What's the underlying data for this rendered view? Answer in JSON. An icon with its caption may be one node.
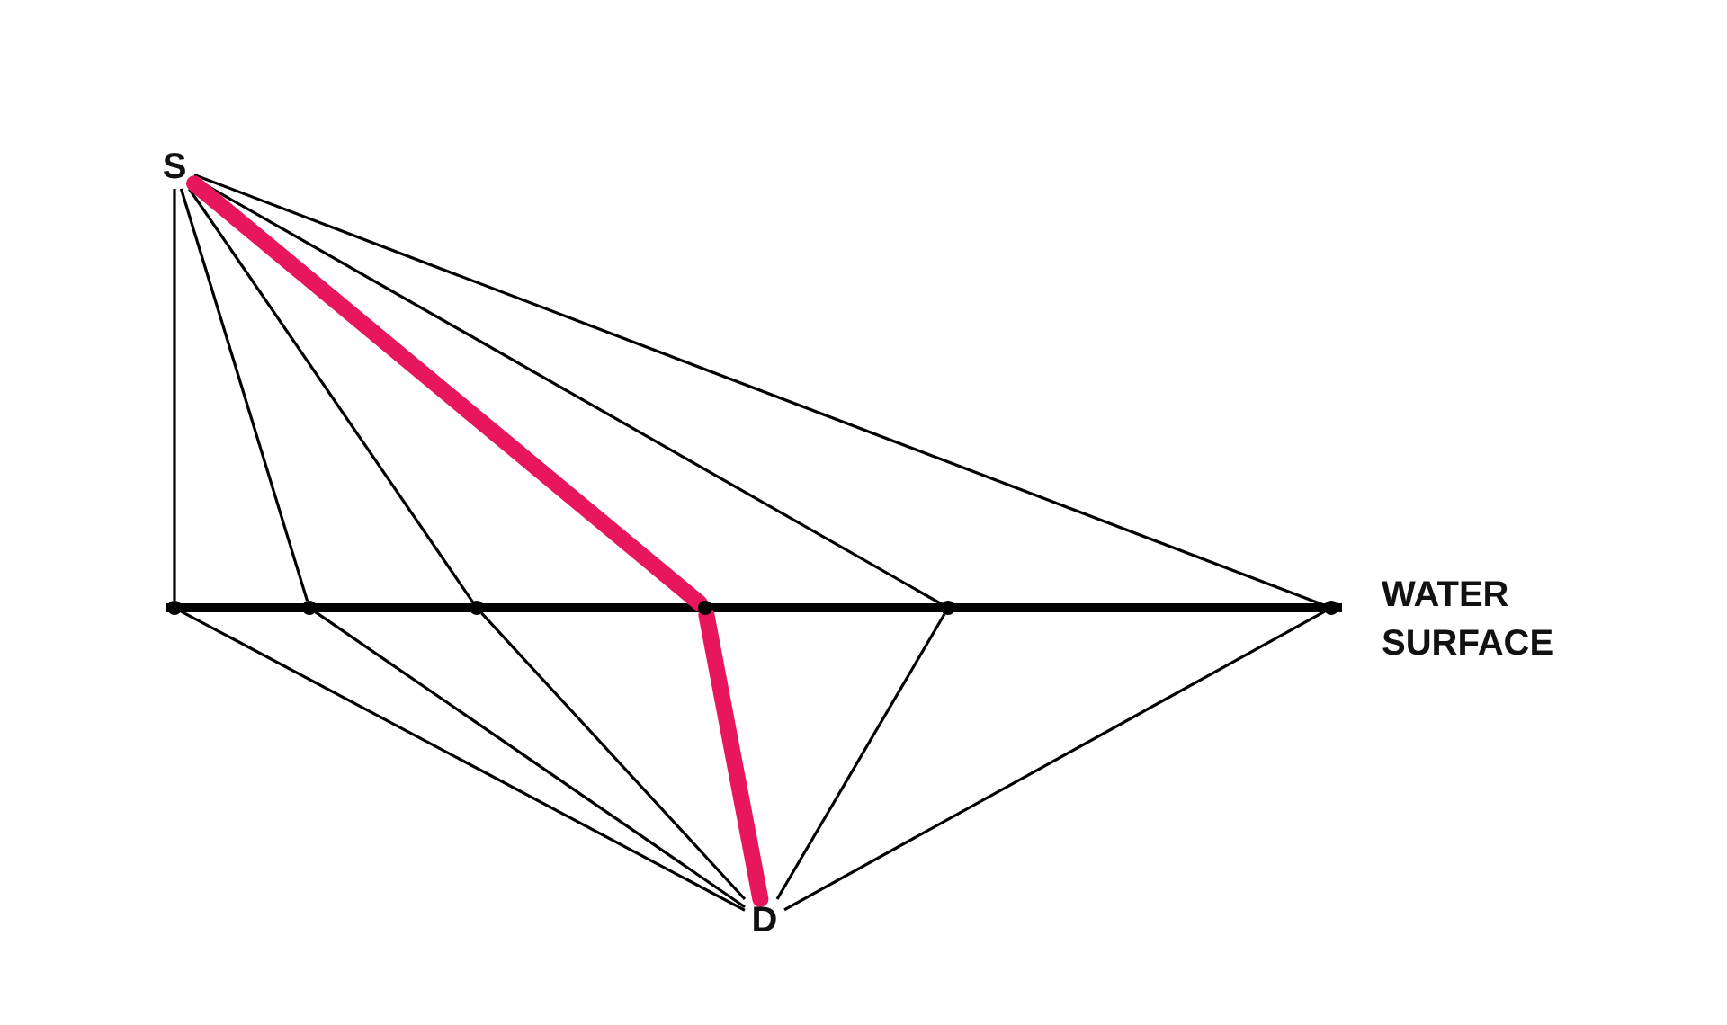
{
  "diagram": {
    "nodes": [
      {
        "text": [
          "S"
        ]
      },
      {
        "text": [
          "D"
        ]
      },
      {
        "text": [],
        "shape": "dot"
      },
      {
        "text": [],
        "shape": "dot"
      },
      {
        "text": [],
        "shape": "dot"
      },
      {
        "text": [],
        "shape": "dot"
      },
      {
        "text": [],
        "shape": "dot"
      },
      {
        "text": [],
        "shape": "dot"
      }
    ],
    "edges": [
      {
        "from": 0,
        "to": 2,
        "arrow": "none"
      },
      {
        "from": 0,
        "to": 3,
        "arrow": "none"
      },
      {
        "from": 0,
        "to": 4,
        "arrow": "none"
      },
      {
        "from": 0,
        "to": 5,
        "arrow": "none",
        "style": "thick",
        "color": "#e8175d"
      },
      {
        "from": 0,
        "to": 6,
        "arrow": "none"
      },
      {
        "from": 0,
        "to": 7,
        "arrow": "none"
      },
      {
        "from": 2,
        "to": 1,
        "arrow": "none"
      },
      {
        "from": 3,
        "to": 1,
        "arrow": "none"
      },
      {
        "from": 4,
        "to": 1,
        "arrow": "none"
      },
      {
        "from": 5,
        "to": 1,
        "arrow": "none",
        "style": "thick",
        "color": "#e8175d"
      },
      {
        "from": 6,
        "to": 1,
        "arrow": "none"
      },
      {
        "from": 7,
        "to": 1,
        "arrow": "none"
      }
    ],
    "labels": [
      "WATER SURFACE"
    ]
  }
}
